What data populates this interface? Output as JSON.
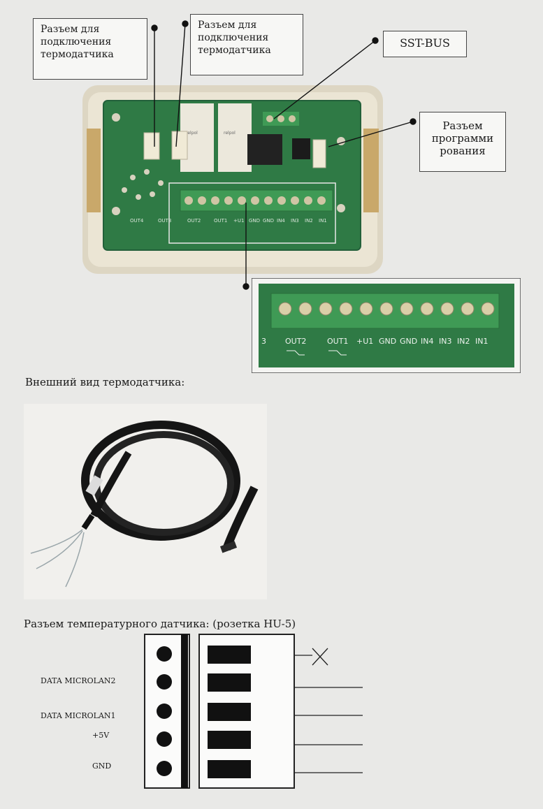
{
  "callouts": {
    "sensor_connector_1": "Разъем для подключения термодатчика",
    "sensor_connector_2": "Разъем для подключения термодатчика",
    "sst_bus": "SST-BUS",
    "programming_connector": "Разъем программи рования"
  },
  "board": {
    "terminal_labels": [
      "OUT4",
      "OUT3",
      "OUT2",
      "OUT1",
      "+U1",
      "GND",
      "GND",
      "IN4",
      "IN3",
      "IN2",
      "IN1"
    ]
  },
  "zoom": {
    "terminal_labels": [
      "3",
      "OUT2",
      "OUT1",
      "+U1",
      "GND",
      "GND",
      "IN4",
      "IN3",
      "IN2",
      "IN1"
    ]
  },
  "sensor_section": {
    "caption": "Внешний вид термодатчика:"
  },
  "connector_section": {
    "caption": "Разъем температурного датчика: (розетка HU-5)",
    "pins": [
      "",
      "DATA MICROLAN2",
      "DATA MICROLAN1",
      "+5V",
      "GND"
    ]
  },
  "colors": {
    "pcb": "#2f7a45",
    "terminal_block": "#3f9a55",
    "case": "#e6e0cf",
    "cable": "#151515"
  }
}
